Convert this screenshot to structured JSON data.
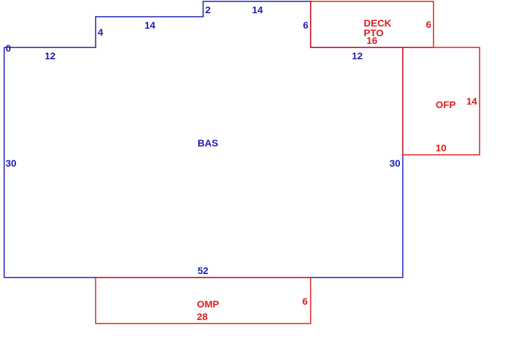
{
  "colors": {
    "main_line": "#1a1ab8",
    "addition_line": "#e01b1b"
  },
  "areas": {
    "bas": {
      "label": "BAS",
      "dims": {
        "d0": "0",
        "d12_left": "12",
        "d4": "4",
        "d14_left": "14",
        "d2": "2",
        "d14_top": "14",
        "d6": "6",
        "d12_right": "12",
        "d30_left": "30",
        "d30_right": "30",
        "d52": "52"
      }
    },
    "deck": {
      "label_line1": "DECK",
      "label_line2": "PTO",
      "dims": {
        "d16": "16",
        "d6": "6"
      }
    },
    "ofp": {
      "label": "OFP",
      "dims": {
        "d14": "14",
        "d10": "10"
      }
    },
    "omp": {
      "label": "OMP",
      "dims": {
        "d6": "6",
        "d28": "28"
      }
    }
  }
}
